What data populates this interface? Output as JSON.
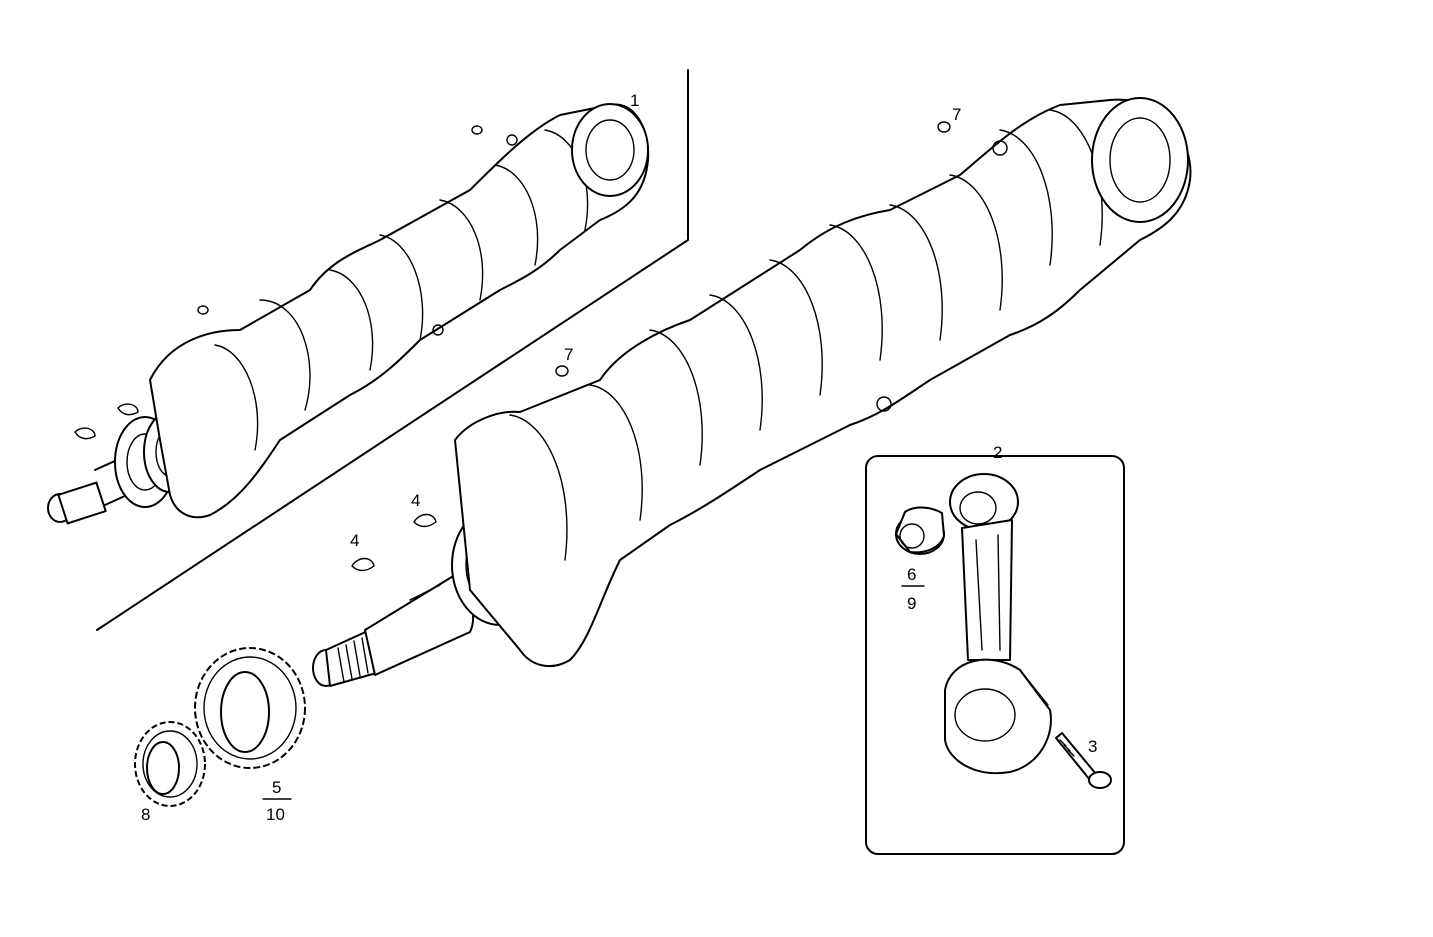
{
  "diagram": {
    "callouts": {
      "crankshaft_assembly": "1",
      "connecting_rod": "2",
      "rod_bolt": "3",
      "key_left": "4",
      "key_right": "4",
      "timing_gear_large_top": "5",
      "timing_gear_large_bottom": "10",
      "bushing_top": "6",
      "bushing_bottom": "9",
      "plug_upper": "7",
      "plug_lower": "7",
      "timing_gear_small": "8"
    },
    "colors": {
      "line": "#000000",
      "background": "#ffffff"
    }
  }
}
